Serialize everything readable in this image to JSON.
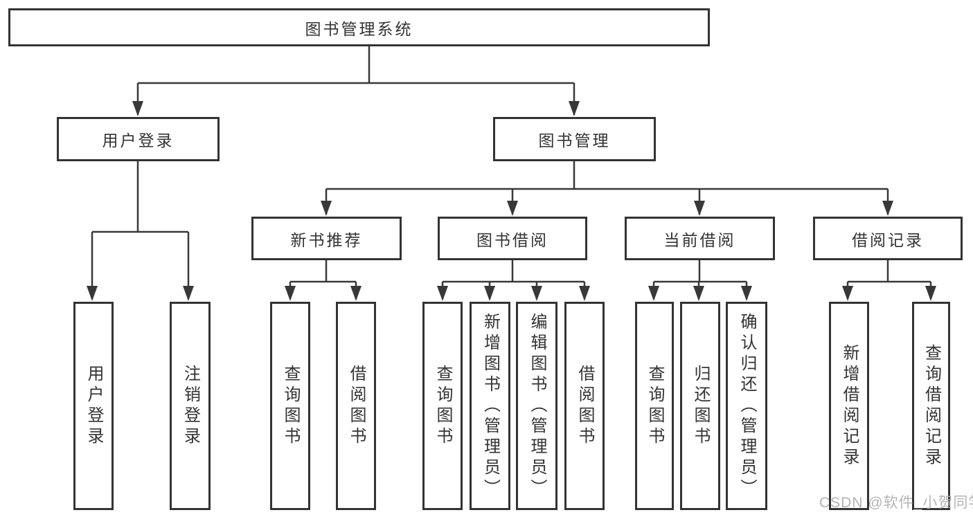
{
  "diagram": {
    "root": "图书管理系统",
    "branches": [
      {
        "label": "用户登录",
        "children": [
          {
            "label": "用户登录"
          },
          {
            "label": "注销登录"
          }
        ]
      },
      {
        "label": "图书管理",
        "sections": [
          {
            "label": "新书推荐",
            "children": [
              {
                "label": "查询图书"
              },
              {
                "label": "借阅图书"
              }
            ]
          },
          {
            "label": "图书借阅",
            "children": [
              {
                "label": "查询图书"
              },
              {
                "label": "新增图书（管理员）"
              },
              {
                "label": "编辑图书（管理员）"
              },
              {
                "label": "借阅图书"
              }
            ]
          },
          {
            "label": "当前借阅",
            "children": [
              {
                "label": "查询图书"
              },
              {
                "label": "归还图书"
              },
              {
                "label": "确认归还（管理员）"
              }
            ]
          },
          {
            "label": "借阅记录",
            "children": [
              {
                "label": "新增借阅记录"
              },
              {
                "label": "查询借阅记录"
              }
            ]
          }
        ]
      }
    ]
  },
  "watermark": {
    "text": "CSDN @软件_小贺同学"
  },
  "colors": {
    "line": "#383838",
    "border": "#333333",
    "text": "#333333",
    "watermark": "#b4b4b4",
    "background": "#ffffff"
  }
}
